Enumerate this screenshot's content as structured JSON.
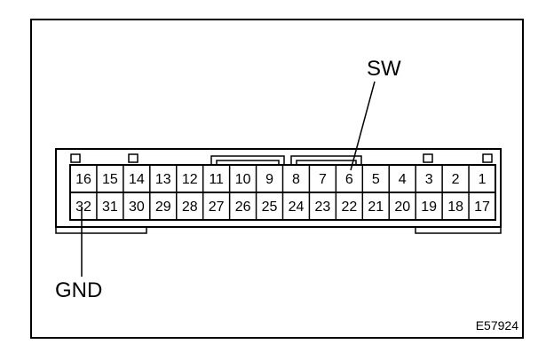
{
  "connector": {
    "top_row": [
      "16",
      "15",
      "14",
      "13",
      "12",
      "11",
      "10",
      "9",
      "8",
      "7",
      "6",
      "5",
      "4",
      "3",
      "2",
      "1"
    ],
    "bottom_row": [
      "32",
      "31",
      "30",
      "29",
      "28",
      "27",
      "26",
      "25",
      "24",
      "23",
      "22",
      "21",
      "20",
      "19",
      "18",
      "17"
    ]
  },
  "callouts": {
    "sw": "SW",
    "gnd": "GND"
  },
  "figure_code": "E57924"
}
